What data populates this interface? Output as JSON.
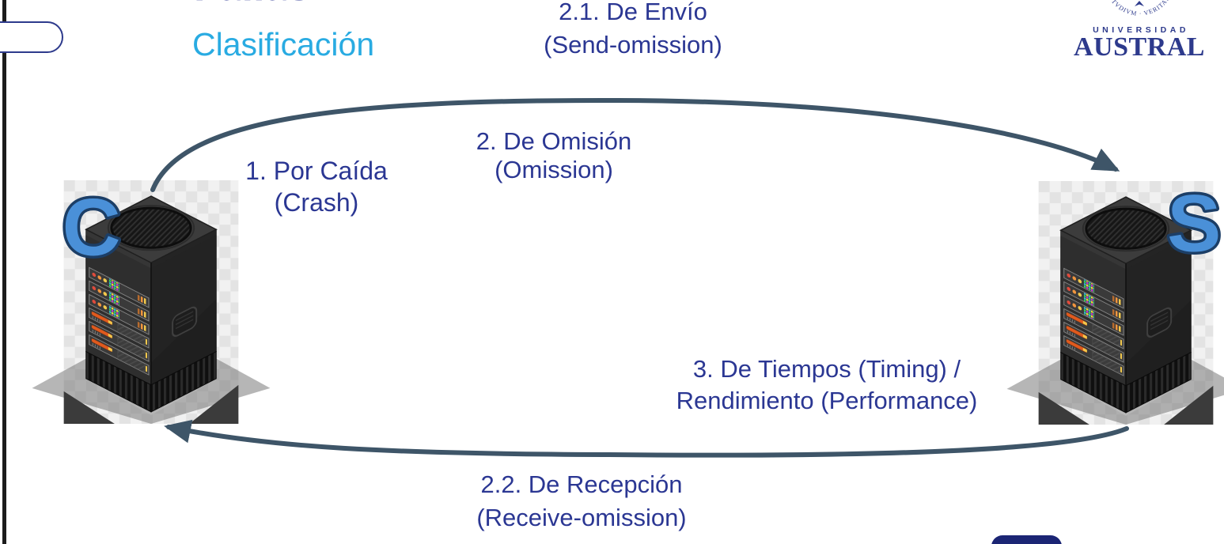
{
  "slide": {
    "title": "Fallas",
    "subtitle": "Clasificación"
  },
  "logo": {
    "university": "UNIVERSIDAD",
    "name": "AUSTRAL",
    "seal_text": "STVDIVM · VERITAS"
  },
  "nodes": {
    "client": {
      "letter": "C"
    },
    "server": {
      "letter": "S"
    }
  },
  "labels": {
    "send_omission": {
      "line1": "2.1. De Envío",
      "line2": "(Send-omission)"
    },
    "omission": {
      "text": "2. De Omisión (Omission)"
    },
    "crash": {
      "line1": "1. Por Caída",
      "line2": "(Crash)"
    },
    "timing": {
      "line1": "3. De Tiempos (Timing) /",
      "line2": "Rendimiento (Performance)"
    },
    "receive_omission": {
      "line1": "2.2. De Recepción",
      "line2": "(Receive-omission)"
    }
  },
  "colors": {
    "navy_text": "#2B3793",
    "cyan_accent": "#29ABE2",
    "arrow": "#3E5568",
    "letter_fill": "#4A90D8",
    "letter_outline": "#1C3E66",
    "logo_navy": "#2D3A8C",
    "page_box": "#1B2574"
  }
}
